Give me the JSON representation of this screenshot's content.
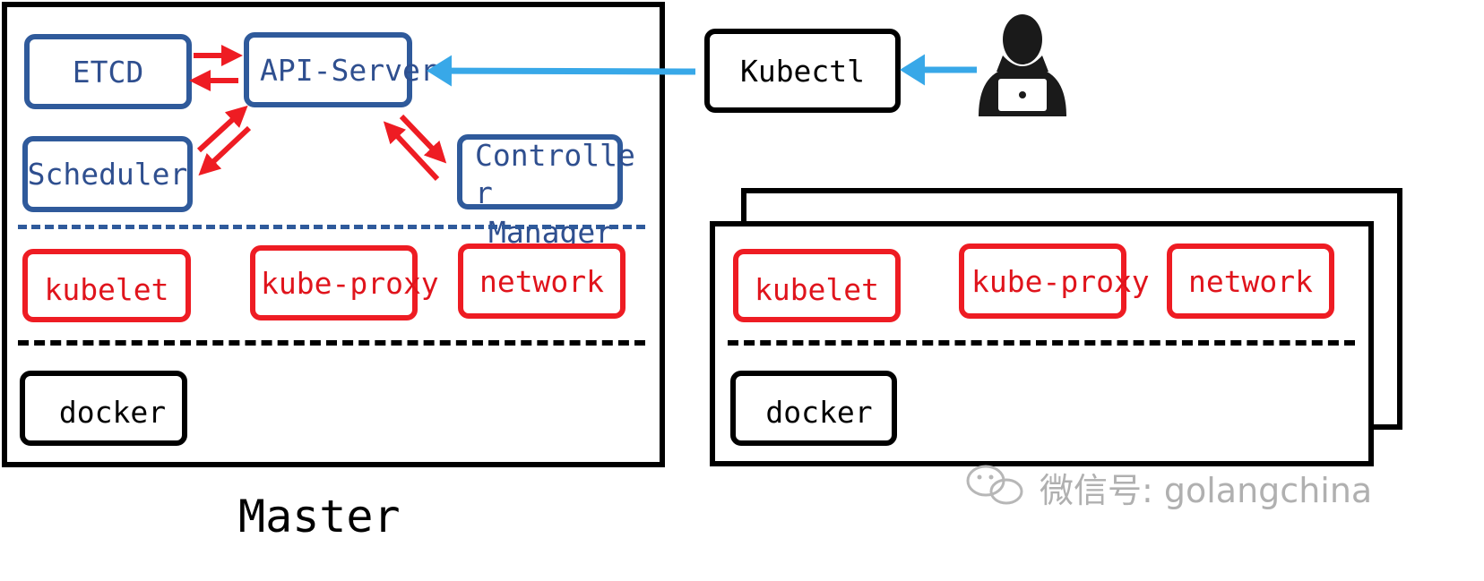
{
  "master": {
    "label": "Master",
    "control_plane": {
      "etcd": "ETCD",
      "api_server": "API-Server",
      "scheduler": "Scheduler",
      "controller_manager": {
        "line1": "Controlle",
        "line2": "r",
        "line3": "Manager"
      }
    },
    "node_components": {
      "kubelet": "kubelet",
      "kube_proxy": "kube-proxy",
      "network": "network"
    },
    "runtime": "docker"
  },
  "client": {
    "kubectl": "Kubectl",
    "user_icon": "user-with-laptop-icon"
  },
  "worker": {
    "node_components": {
      "kubelet": "kubelet",
      "kube_proxy": "kube-proxy",
      "network": "network"
    },
    "runtime": "docker"
  },
  "watermark": {
    "text": "微信号: golangchina",
    "icon": "wechat-icon"
  },
  "colors": {
    "control_plane": "#2f5a9b",
    "node_components": "#ee1c23",
    "runtime": "#000000",
    "api_arrows": "#38a8e8"
  }
}
